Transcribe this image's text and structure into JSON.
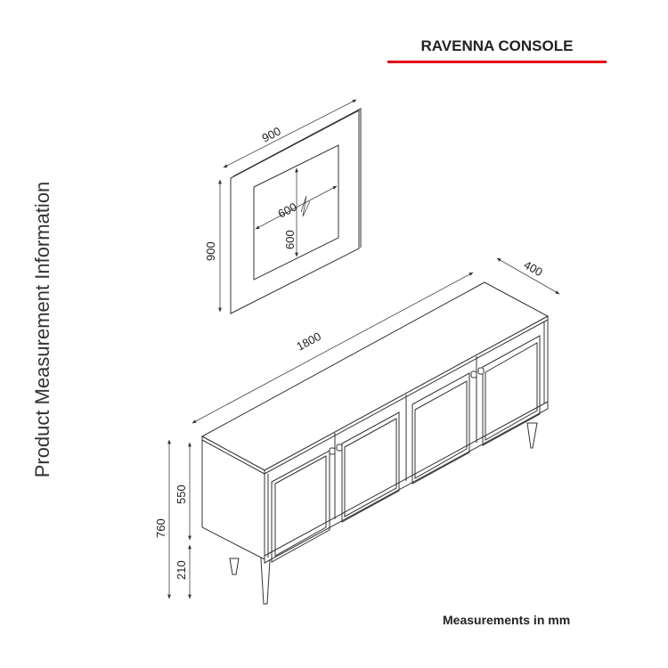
{
  "title": "RAVENNA CONSOLE",
  "side_label": "Product Measurement Information",
  "units_note": "Measurements in mm",
  "accent_color": "#e30613",
  "mirror": {
    "width": "900",
    "height": "900",
    "glass_width": "600",
    "glass_height": "600"
  },
  "console": {
    "length": "1800",
    "depth": "400",
    "total_height": "760",
    "body_height": "550",
    "leg_height": "210"
  }
}
